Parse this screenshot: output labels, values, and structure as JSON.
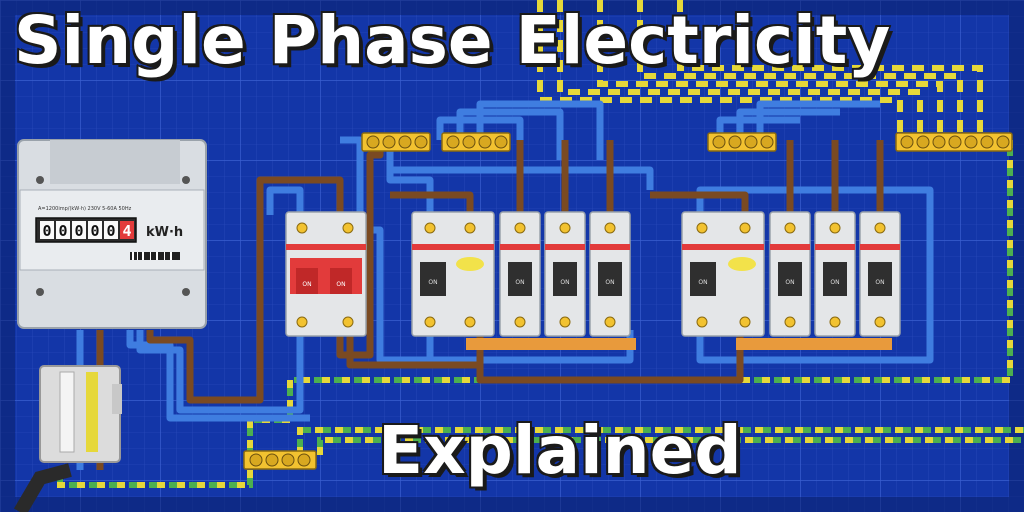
{
  "title": "Single Phase Electricity",
  "subtitle": "Explained",
  "meter": {
    "reading": [
      "0",
      "0",
      "0",
      "0",
      "0",
      "4"
    ],
    "unit": "kW·h",
    "spec_line": "A=1200imp/(kW·h) 230V  5-60A  50Hz"
  },
  "breaker_label": "ON",
  "colors": {
    "background": "#0e2a8a",
    "grid": "#3a5fd0",
    "live": "#7a4a22",
    "neutral": "#3f7de0",
    "earth_yellow": "#e6d83a",
    "earth_green": "#4caf50",
    "terminal": "#f2c230",
    "rail": "#e89a3c",
    "breaker_red": "#e23b3b"
  },
  "icons": [
    "electricity-meter-icon",
    "main-switch-icon",
    "rcd-icon",
    "mcb-icon",
    "terminal-block-icon",
    "cutout-fuse-icon"
  ]
}
